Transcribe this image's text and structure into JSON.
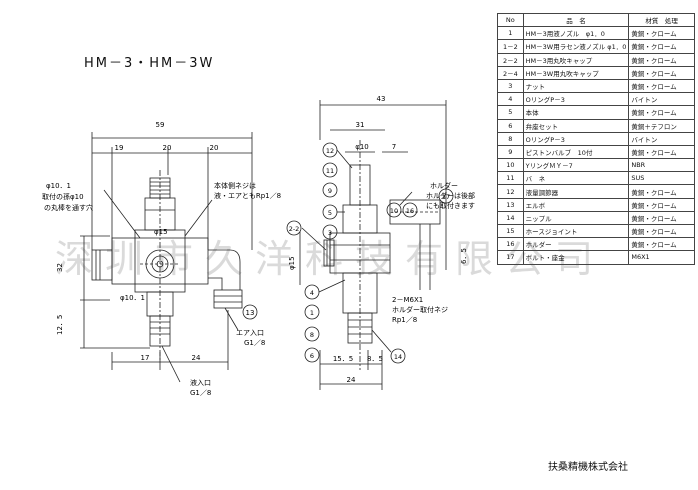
{
  "title": "HM－3・HM－3W",
  "company": "扶桑精機株式会社",
  "watermark": "深圳市久洋科技有限公司",
  "table": {
    "headers": [
      "No",
      "品　名",
      "材質　処理"
    ],
    "rows": [
      [
        "1",
        "HM－3用液ノズル　φ1．0",
        "黄銅・クローム"
      ],
      [
        "1－2",
        "HM－3W用ラセン液ノズル φ1．0",
        "黄銅・クローム"
      ],
      [
        "2－2",
        "HM－3用丸吹キャップ",
        "黄銅・クローム"
      ],
      [
        "2－4",
        "HM－3W用丸吹キャップ",
        "黄銅・クローム"
      ],
      [
        "3",
        "ナット",
        "黄銅・クローム"
      ],
      [
        "4",
        "OリングP－3",
        "バイトン"
      ],
      [
        "5",
        "本体",
        "黄銅・クローム"
      ],
      [
        "6",
        "弁座セット",
        "黄銅＋テフロン"
      ],
      [
        "8",
        "OリングP－3",
        "バイトン"
      ],
      [
        "9",
        "ピストンバルブ　10付",
        "黄銅・クローム"
      ],
      [
        "10",
        "YリングＭＹ－7",
        "NBR"
      ],
      [
        "11",
        "バ　ネ",
        "SUS"
      ],
      [
        "12",
        "液量調節器",
        "黄銅・クローム"
      ],
      [
        "13",
        "エルボ",
        "黄銅・クローム"
      ],
      [
        "14",
        "ニップル",
        "黄銅・クローム"
      ],
      [
        "15",
        "ホースジョイント",
        "黄銅・クローム"
      ],
      [
        "16",
        "ホルダー",
        "黄銅・クローム"
      ],
      [
        "17",
        "ボルト・座金",
        "M6X1"
      ]
    ]
  },
  "left_view": {
    "dim_total": "59",
    "dim_a": "19",
    "dim_b": "20",
    "dim_c": "20",
    "dim_height": "32",
    "dim_low": "12．5",
    "dim_bottom_a": "17",
    "dim_bottom_b": "24",
    "note_phi": "φ10．1",
    "note_mount": "取付の孫φ10",
    "note_mount2": "の丸棒を通す穴",
    "note_screw": "本体側ネジは",
    "note_screw2": "液・エアともRp1／8",
    "phi15": "φ15",
    "phi10": "φ10．1",
    "air_inlet": "エア入口",
    "air_inlet_size": "G1／8",
    "liquid_inlet": "液入口",
    "liquid_inlet_size": "G1／8",
    "balloon_13": "13"
  },
  "right_view": {
    "dim_total": "43",
    "dim_31": "31",
    "dim_phi10": "φ10",
    "dim_7": "7",
    "dim_phi15": "φ15",
    "dim_155": "15．5",
    "dim_85": "8．5",
    "dim_24": "24",
    "dim_side": "6．5",
    "note_holder": "ホルダー",
    "note_holder2": "ホルダーは後部",
    "note_holder3": "にも取付きます",
    "note_bolt": "2－M6X1",
    "note_bolt2": "ホルダー取付ネジ",
    "note_bolt3": "Rp1／8",
    "balloons": [
      "12",
      "11",
      "9",
      "5",
      "3",
      "2-2",
      "4",
      "1",
      "8",
      "6",
      "10",
      "16",
      "17",
      "14"
    ]
  }
}
